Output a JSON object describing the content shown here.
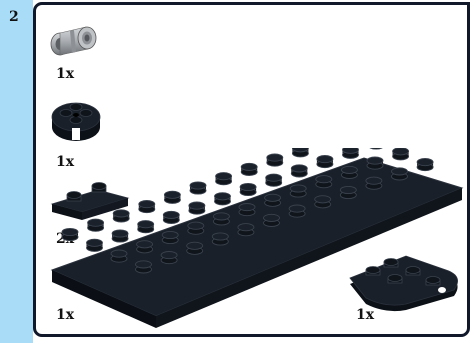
{
  "step": {
    "number": "2"
  },
  "parts": [
    {
      "name": "light bluish gray technic pin",
      "quantity": "1x"
    },
    {
      "name": "black round plate 2x2 with axle hole",
      "quantity": "1x"
    },
    {
      "name": "black plate 1x2",
      "quantity": "2x"
    },
    {
      "name": "black plate 4x12",
      "quantity": "1x"
    },
    {
      "name": "black plate 2x3 rounded end",
      "quantity": "1x"
    }
  ],
  "colors": {
    "step_bar": "#a8dcf7",
    "panel_border": "#10182a",
    "brick_black": "#141922",
    "pin_gray": "#a8acb0"
  }
}
